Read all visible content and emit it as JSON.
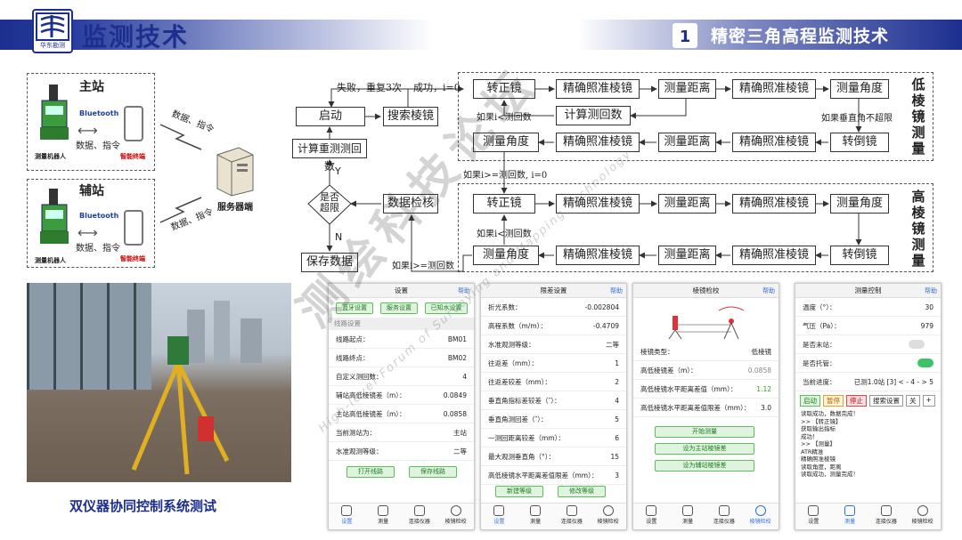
{
  "header": {
    "title": "监测技术",
    "section_number": "1",
    "section_title": "精密三角高程监测技术",
    "logo_text": "华东勘测"
  },
  "stations": {
    "main": {
      "title": "主站",
      "robot_label": "测量机器人",
      "bluetooth": "Bluetooth",
      "link_text": "数据、指令",
      "terminal_label": "智能终端"
    },
    "aux": {
      "title": "辅站",
      "robot_label": "测量机器人",
      "bluetooth": "Bluetooth",
      "link_text": "数据、指令",
      "terminal_label": "智能终端"
    },
    "server_label": "服务器端",
    "link_upper": "数据、指令",
    "link_lower": "数据、指令"
  },
  "photo_caption": "双仪器协同控制系统测试",
  "flow": {
    "start": "启动",
    "search": "搜索棱镜",
    "fail_retry": "失败，重复3次",
    "success": "成功，i=0",
    "recalc": "计算重测测回数",
    "decision": "是否超限",
    "yes": "Y",
    "no": "N",
    "save": "保存数据",
    "check": "数据检核",
    "low_label": "低棱镜测量",
    "high_label": "高棱镜测量",
    "low_top": [
      "转正镜",
      "精确照准棱镜",
      "测量距离",
      "精确照准棱镜",
      "测量角度"
    ],
    "low_bottom": [
      "测量角度",
      "精确照准棱镜",
      "测量距离",
      "精确照准棱镜",
      "转倒镜"
    ],
    "calc_rounds": "计算测回数",
    "if_less_low": "如果i<测回数",
    "if_vertical": "如果垂直角不超限",
    "if_ge": "如果i>=测回数, i=0",
    "high_top": [
      "转正镜",
      "精确照准棱镜",
      "测量距离",
      "精确照准棱镜",
      "测量角度"
    ],
    "high_bottom": [
      "测量角度",
      "精确照准棱镜",
      "测量距离",
      "精确照准棱镜",
      "转倒镜"
    ],
    "if_less_high": "如果i<测回数",
    "if_ge_high": "如果i>=测回数"
  },
  "phones": [
    {
      "title": "设置",
      "help": "帮助",
      "buttons_top": [
        "蓝牙设置",
        "服务设置",
        "已知水设置"
      ],
      "section": "线路设置",
      "rows": [
        {
          "k": "线路起点：",
          "v": "BM01"
        },
        {
          "k": "线路终点：",
          "v": "BM02"
        },
        {
          "k": "自定义测回数：",
          "v": "4"
        },
        {
          "k": "辅站高低棱镜差（m）：",
          "v": "0.0849"
        },
        {
          "k": "主站高低棱镜差（m）：",
          "v": "0.0858"
        },
        {
          "k": "当前测站为：",
          "v": "主站"
        },
        {
          "k": "水准观测等级：",
          "v": "二等"
        }
      ],
      "buttons_bottom": [
        "打开线路",
        "保存线路"
      ],
      "tabs": [
        "设置",
        "测量",
        "连接仪器",
        "棱镜检校"
      ]
    },
    {
      "title": "限差设置",
      "help": "帮助",
      "rows": [
        {
          "k": "折光系数：",
          "v": "-0.002804"
        },
        {
          "k": "高程系数（m/m）：",
          "v": "-0.4709"
        },
        {
          "k": "水准观测等级：",
          "v": "二等"
        },
        {
          "k": "往返差（mm）：",
          "v": "1"
        },
        {
          "k": "往返差较差（mm）：",
          "v": "2"
        },
        {
          "k": "垂直角指标差较差（″）：",
          "v": "4"
        },
        {
          "k": "垂直角测回差（″）：",
          "v": "5"
        },
        {
          "k": "一测回距离较差（mm）：",
          "v": "6"
        },
        {
          "k": "最大观测垂直角（°）：",
          "v": "15"
        },
        {
          "k": "高低棱镜水平距离差值限差（mm）：",
          "v": "3"
        }
      ],
      "buttons_bottom": [
        "新建等级",
        "修改等级"
      ],
      "tabs": [
        "设置",
        "测量",
        "连接仪器",
        "棱镜检校"
      ]
    },
    {
      "title": "棱镜检校",
      "help": "帮助",
      "rows": [
        {
          "k": "棱镜类型：",
          "v": "低棱镜"
        },
        {
          "k": "高低棱镜差（m）：",
          "v": "0.0858"
        },
        {
          "k": "高低棱镜水平距离差值（mm）：",
          "v": "1.12"
        },
        {
          "k": "高低棱镜水平距离差值限差（mm）：",
          "v": "3.0"
        }
      ],
      "buttons": [
        "开始测量",
        "设为主站棱镜差",
        "设为辅站棱镜差"
      ],
      "tabs": [
        "设置",
        "测量",
        "连接仪器",
        "棱镜检校"
      ]
    },
    {
      "title": "测量控制",
      "help": "帮助",
      "rows": [
        {
          "k": "温度（°）：",
          "v": "30"
        },
        {
          "k": "气压（Pa）：",
          "v": "979"
        },
        {
          "k": "是否末站：",
          "v": ""
        },
        {
          "k": "是否托管：",
          "v": ""
        },
        {
          "k": "当前进度：",
          "v": "已测1.0站  [3] < - 4 - > 5"
        }
      ],
      "controls": [
        "启动",
        "暂停",
        "停止",
        "搜索设置",
        "关",
        "+"
      ],
      "log": [
        "读取成功，数据完成！",
        ">>  【转正镜】",
        "     获取输出指标",
        "     成功！",
        ">>  【测量】",
        "     ATR精准",
        "     精确照准棱镜",
        "     读取角度，距离",
        "     读取成功，测量完成！"
      ],
      "tabs": [
        "设置",
        "测量",
        "连接仪器",
        "棱镜检校"
      ]
    }
  ],
  "watermarks": [
    "测绘科技论坛",
    "High-level Forum of Surveying and Mapping Technology"
  ]
}
